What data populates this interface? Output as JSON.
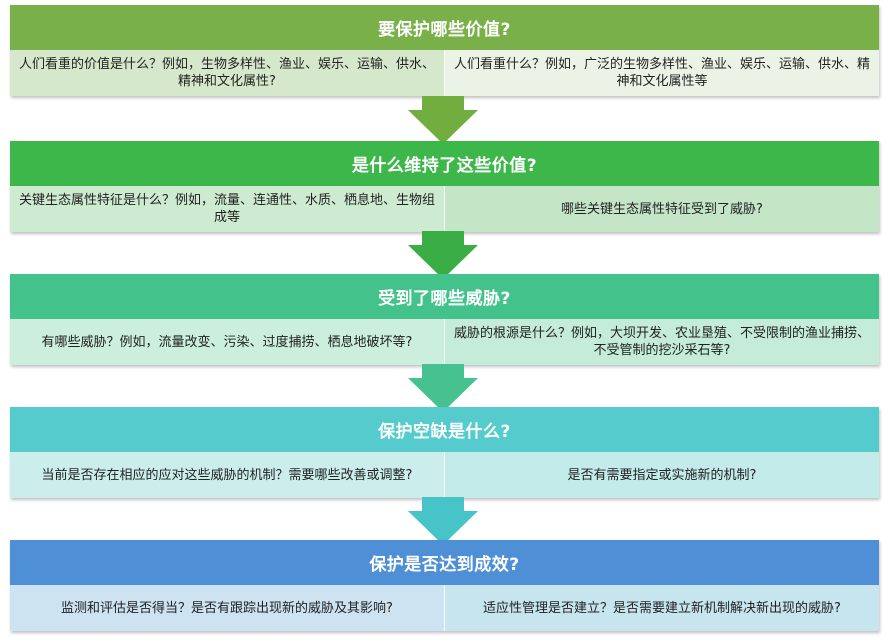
{
  "stages": [
    {
      "title": "要保护哪些价值?",
      "left": "人们看重的价值是什么？例如，生物多样性、渔业、娱乐、运输、供水、精神和文化属性?",
      "right": "人们看重什么？例如，广泛的生物多样性、渔业、娱乐、运输、供水、精神和文化属性等",
      "colors": {
        "header": "#79b04a",
        "left": "#d6e8cb",
        "right": "#eaf3e5",
        "arrow": "#72ae3f"
      }
    },
    {
      "title": "是什么维持了这些价值?",
      "left": "关键生态属性特征是什么？例如，流量、连通性、水质、栖息地、生物组成等",
      "right": "哪些关键生态属性特征受到了威胁?",
      "colors": {
        "header": "#3db64a",
        "left": "#cdebd0",
        "right": "#c4e6c7",
        "arrow": "#3aae45"
      }
    },
    {
      "title": "受到了哪些威胁?",
      "left": "有哪些威胁？例如，流量改变、污染、过度捕捞、栖息地破坏等?",
      "right": "威胁的根源是什么？例如，大坝开发、农业垦殖、不受限制的渔业捕捞、不受管制的挖沙采石等?",
      "colors": {
        "header": "#44c28c",
        "left": "#cceedd",
        "right": "#c4ecd8",
        "arrow": "#45c28f"
      }
    },
    {
      "title": "保护空缺是什么?",
      "left": "当前是否存在相应的应对这些威胁的机制？需要哪些改善或调整?",
      "right": "是否有需要指定或实施新的机制?",
      "colors": {
        "header": "#55cbcd",
        "left": "#cbeeed",
        "right": "#c2ebea",
        "arrow": "#47c4c8"
      }
    },
    {
      "title": "保护是否达到成效?",
      "left": "监测和评估是否得当？是否有跟踪出现新的威胁及其影响?",
      "right": "适应性管理是否建立？是否需要建立新机制解决新出现的威胁?",
      "colors": {
        "header": "#4f8fd6",
        "left": "#cde3f1",
        "right": "#c6e5ef",
        "arrow": ""
      }
    }
  ]
}
